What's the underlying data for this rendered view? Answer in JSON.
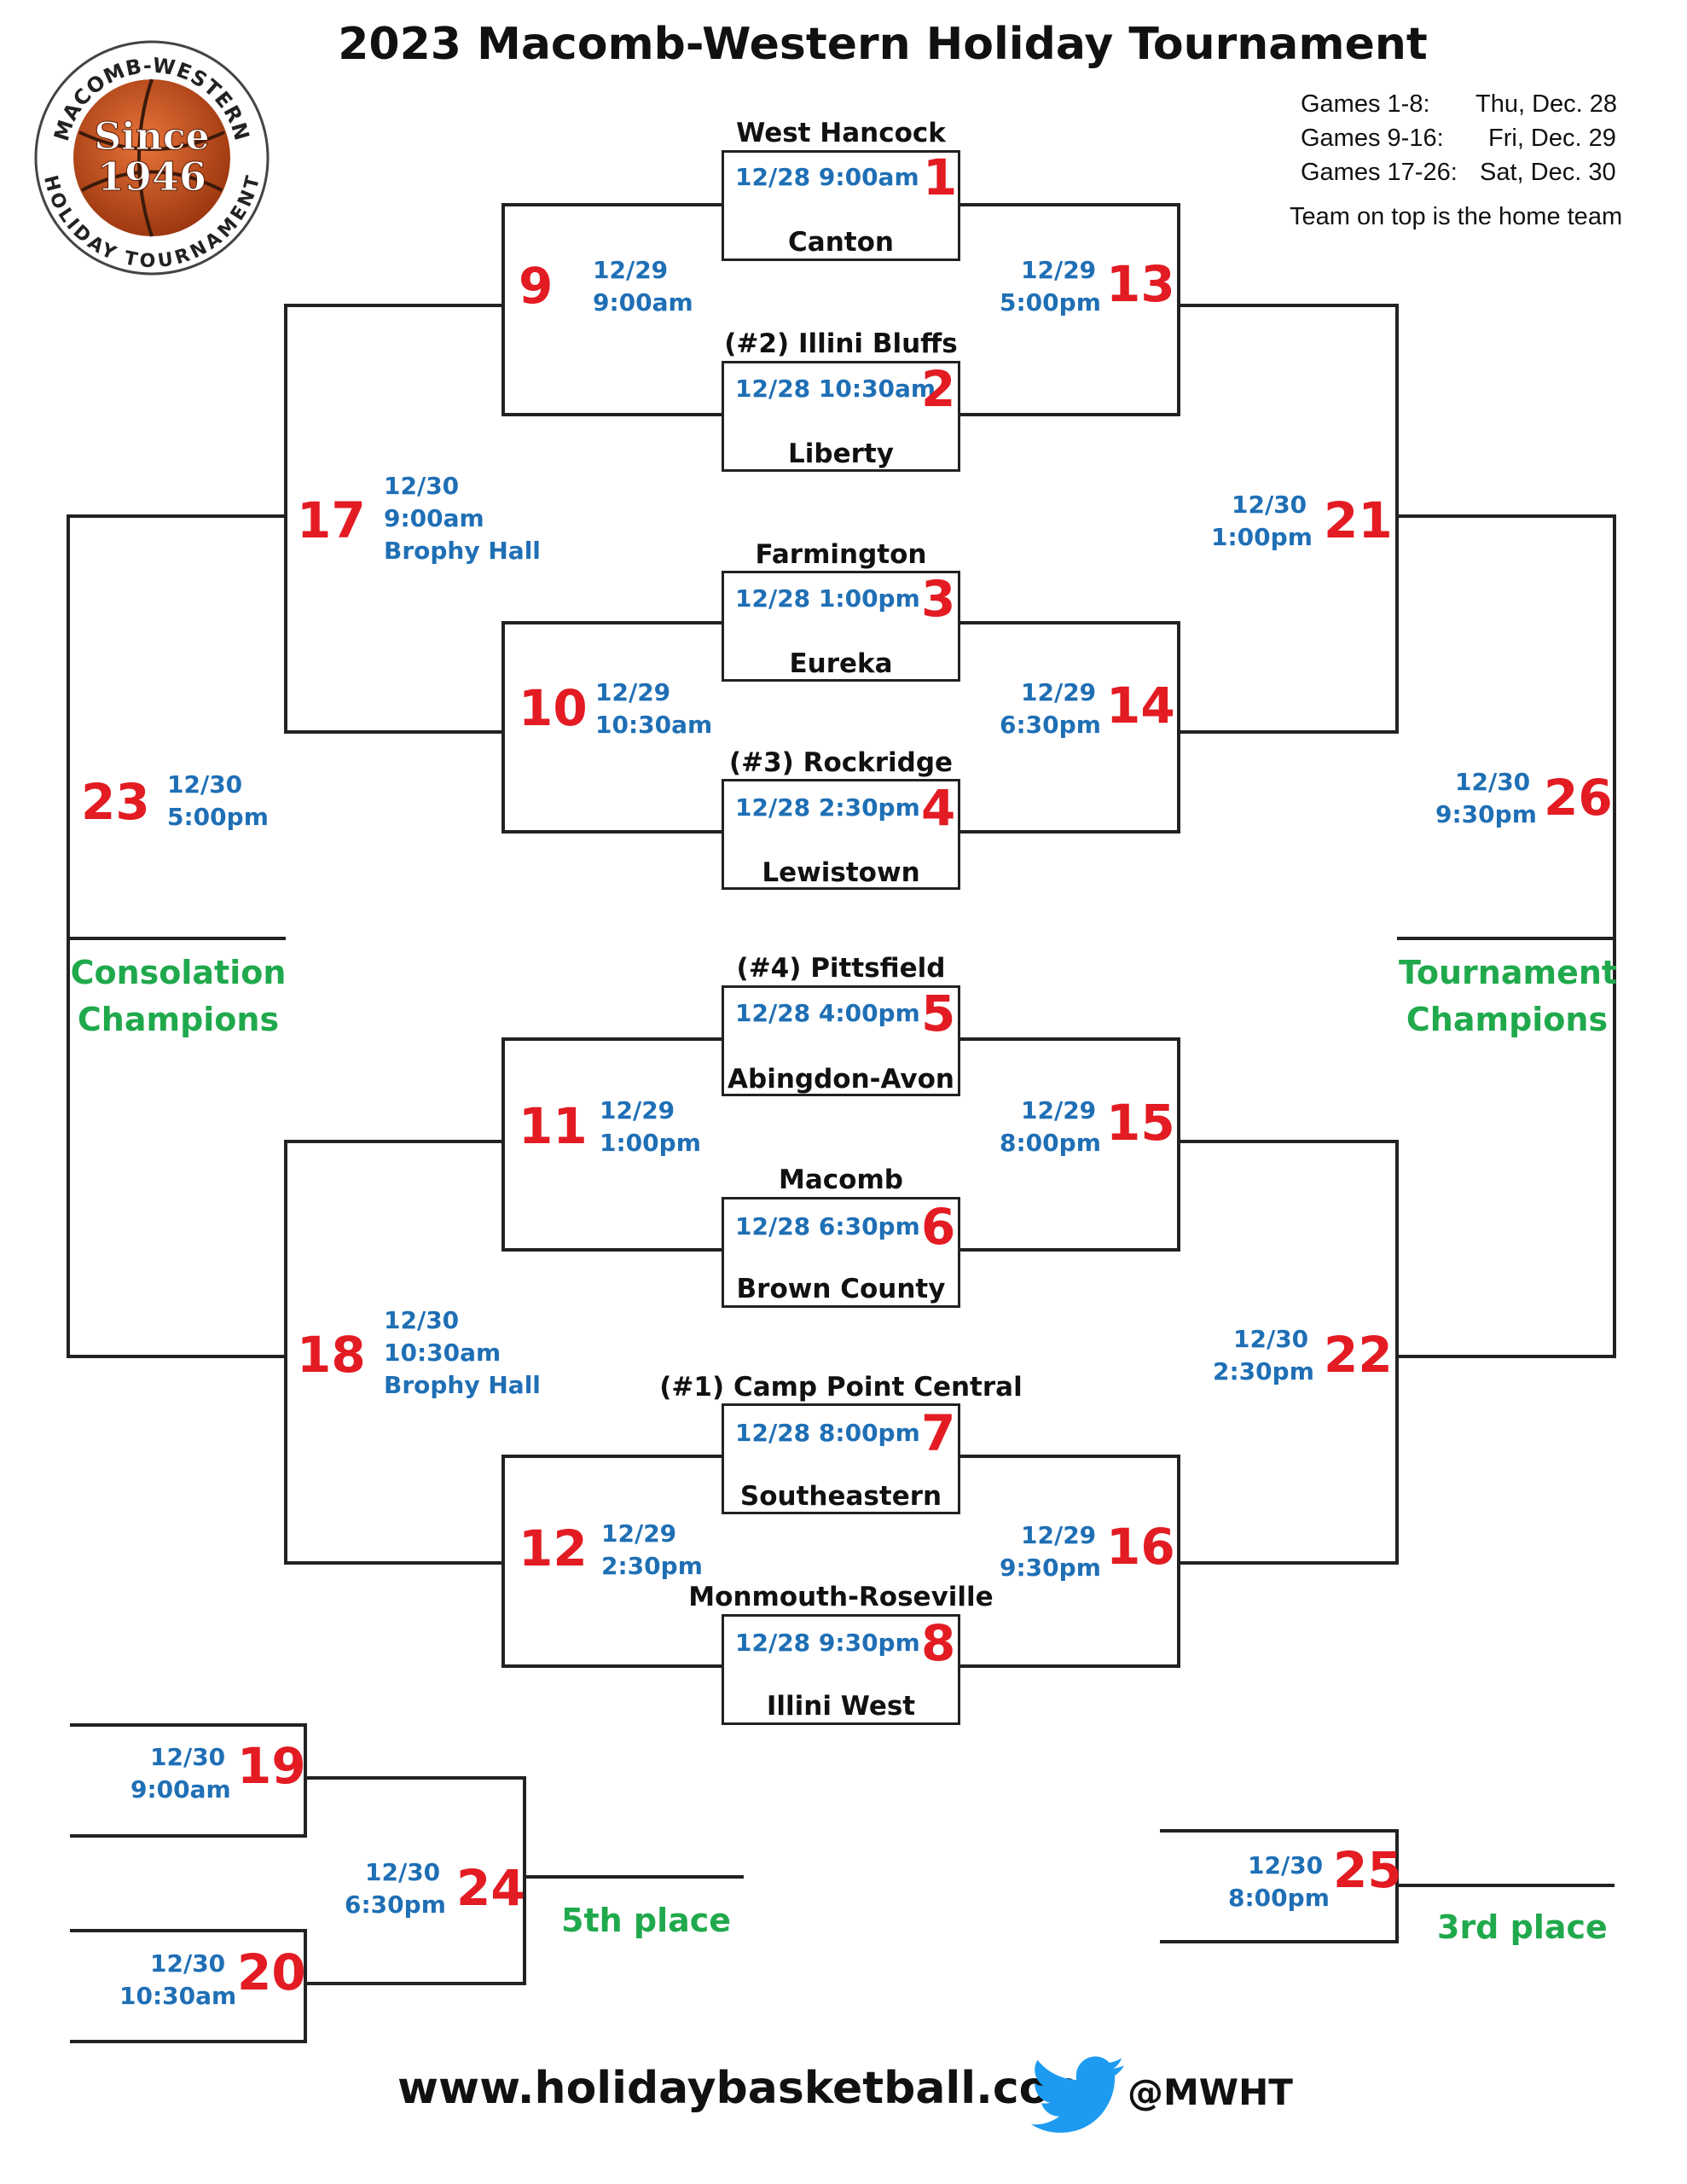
{
  "title": "2023 Macomb-Western Holiday Tournament",
  "logo": {
    "arc_top": "MACOMB-WESTERN",
    "arc_bottom": "HOLIDAY TOURNAMENT",
    "line1": "Since",
    "line2": "1946",
    "colors": {
      "ball": "#c8501d",
      "seam": "#3b1a0a",
      "text": "#ffffff"
    }
  },
  "schedule": [
    {
      "games": "Games 1-8:",
      "date": "Thu, Dec. 28"
    },
    {
      "games": "Games 9-16:",
      "date": "Fri, Dec. 29"
    },
    {
      "games": "Games 17-26:",
      "date": "Sat, Dec. 30"
    }
  ],
  "note": "Team on top is the home team",
  "teams": {
    "g1_top": "West Hancock",
    "g1_bottom": "Canton",
    "g2_top": "(#2) Illini Bluffs",
    "g2_bottom": "Liberty",
    "g3_top": "Farmington",
    "g3_bottom": "Eureka",
    "g4_top": "(#3) Rockridge",
    "g4_bottom": "Lewistown",
    "g5_top": "(#4) Pittsfield",
    "g5_bottom": "Abingdon-Avon",
    "g6_top": "Macomb",
    "g6_bottom": "Brown County",
    "g7_top": "(#1) Camp Point Central",
    "g7_bottom": "Southeastern",
    "g8_top": "Monmouth-Roseville",
    "g8_bottom": "Illini West"
  },
  "games": {
    "g1": {
      "num": "1",
      "time": "12/28 9:00am"
    },
    "g2": {
      "num": "2",
      "time": "12/28 10:30am"
    },
    "g3": {
      "num": "3",
      "time": "12/28 1:00pm"
    },
    "g4": {
      "num": "4",
      "time": "12/28 2:30pm"
    },
    "g5": {
      "num": "5",
      "time": "12/28 4:00pm"
    },
    "g6": {
      "num": "6",
      "time": "12/28 6:30pm"
    },
    "g7": {
      "num": "7",
      "time": "12/28 8:00pm"
    },
    "g8": {
      "num": "8",
      "time": "12/28 9:30pm"
    },
    "g9": {
      "num": "9",
      "date": "12/29",
      "time": "9:00am"
    },
    "g10": {
      "num": "10",
      "date": "12/29",
      "time": "10:30am"
    },
    "g11": {
      "num": "11",
      "date": "12/29",
      "time": "1:00pm"
    },
    "g12": {
      "num": "12",
      "date": "12/29",
      "time": "2:30pm"
    },
    "g13": {
      "num": "13",
      "date": "12/29",
      "time": "5:00pm"
    },
    "g14": {
      "num": "14",
      "date": "12/29",
      "time": "6:30pm"
    },
    "g15": {
      "num": "15",
      "date": "12/29",
      "time": "8:00pm"
    },
    "g16": {
      "num": "16",
      "date": "12/29",
      "time": "9:30pm"
    },
    "g17": {
      "num": "17",
      "date": "12/30",
      "time": "9:00am",
      "venue": "Brophy Hall"
    },
    "g18": {
      "num": "18",
      "date": "12/30",
      "time": "10:30am",
      "venue": "Brophy Hall"
    },
    "g19": {
      "num": "19",
      "date": "12/30",
      "time": "9:00am"
    },
    "g20": {
      "num": "20",
      "date": "12/30",
      "time": "10:30am"
    },
    "g21": {
      "num": "21",
      "date": "12/30",
      "time": "1:00pm"
    },
    "g22": {
      "num": "22",
      "date": "12/30",
      "time": "2:30pm"
    },
    "g23": {
      "num": "23",
      "date": "12/30",
      "time": "5:00pm"
    },
    "g24": {
      "num": "24",
      "date": "12/30",
      "time": "6:30pm"
    },
    "g25": {
      "num": "25",
      "date": "12/30",
      "time": "8:00pm"
    },
    "g26": {
      "num": "26",
      "date": "12/30",
      "time": "9:30pm"
    }
  },
  "labels": {
    "consolation": [
      "Consolation",
      "Champions"
    ],
    "tournament": [
      "Tournament",
      "Champions"
    ],
    "fifth": "5th place",
    "third": "3rd place"
  },
  "footer": {
    "website": "www.holidaybasketball.com",
    "twitter": "@MWHT",
    "twitter_icon_color": "#1d9bf0"
  },
  "colors": {
    "game_number": "#e31b23",
    "time": "#1f6fb5",
    "label": "#20a94c",
    "line": "#222222"
  }
}
